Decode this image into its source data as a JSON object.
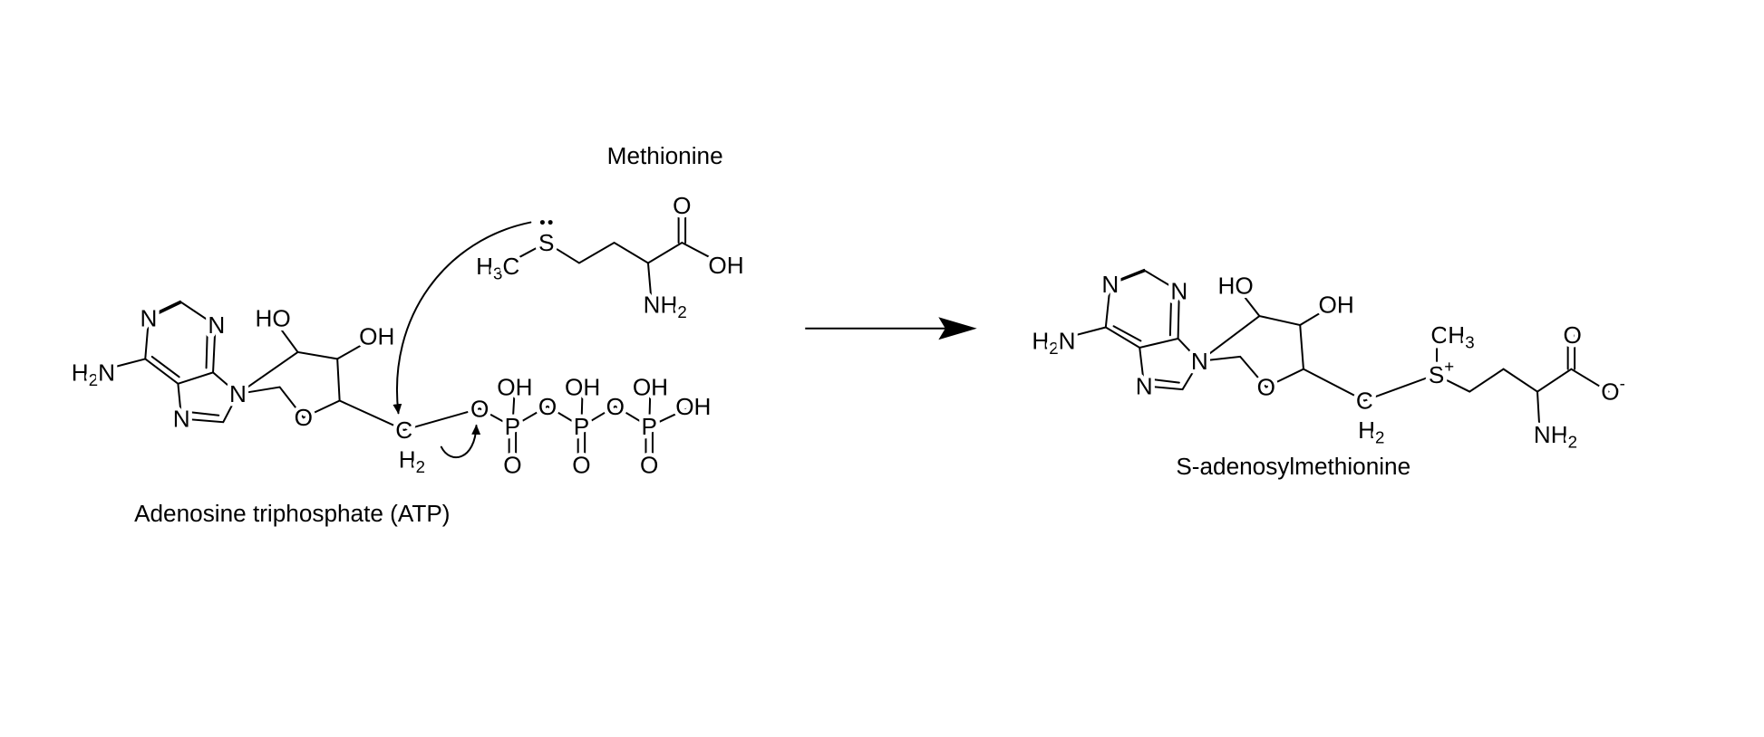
{
  "atp": {
    "name": "Adenosine triphosphate (ATP)",
    "atoms": [
      "N",
      "N",
      "N",
      "N",
      "H2N",
      "HO",
      "OH",
      "O",
      "C",
      "H2",
      "O",
      "P",
      "O",
      "P",
      "O",
      "P",
      "OH",
      "OH",
      "OH",
      "OH",
      "O",
      "O",
      "O"
    ]
  },
  "methionine": {
    "name": "Methionine",
    "atoms": [
      "H3C",
      "S",
      "O",
      "OH",
      "NH2"
    ]
  },
  "sam": {
    "name": "S-adenosylmethionine",
    "atoms": [
      "N",
      "N",
      "N",
      "N",
      "H2N",
      "HO",
      "OH",
      "O",
      "C",
      "H2",
      "S+",
      "CH3",
      "O",
      "O-",
      "NH2"
    ]
  }
}
